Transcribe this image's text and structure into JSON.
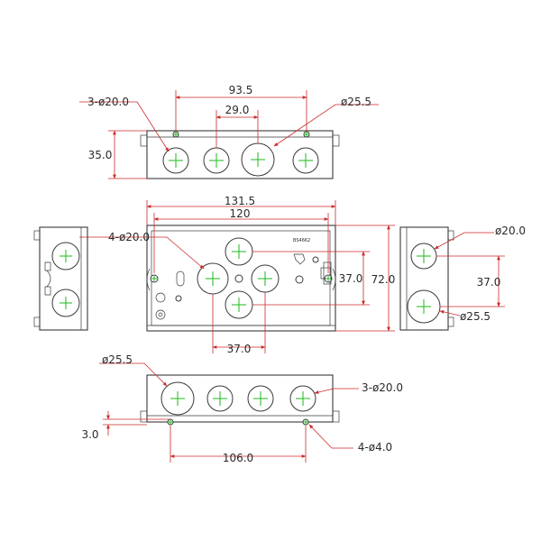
{
  "colors": {
    "outline": "#3a3a3a",
    "dimension": "#cc2a2a",
    "centerline": "#2fbf2f"
  },
  "top_view": {
    "callout_holes": "3-ø20.0",
    "callout_big": "ø25.5",
    "dim_span": "93.5",
    "dim_pitch": "29.0",
    "dim_height": "35.0"
  },
  "front_view": {
    "callout_holes": "4-ø20.0",
    "dim_overall": "131.5",
    "dim_inner": "120",
    "dim_vertical": "37.0",
    "dim_height": "72.0",
    "dim_horizontal": "37.0",
    "standard_mark": "BS4662"
  },
  "side_view": {
    "callout_small": "ø20.0",
    "callout_big": "ø25.5",
    "dim_vertical": "37.0"
  },
  "bottom_view": {
    "callout_big": "ø25.5",
    "callout_holes": "3-ø20.0",
    "callout_mount": "4-ø4.0",
    "dim_offset": "3.0",
    "dim_span": "106.0"
  }
}
